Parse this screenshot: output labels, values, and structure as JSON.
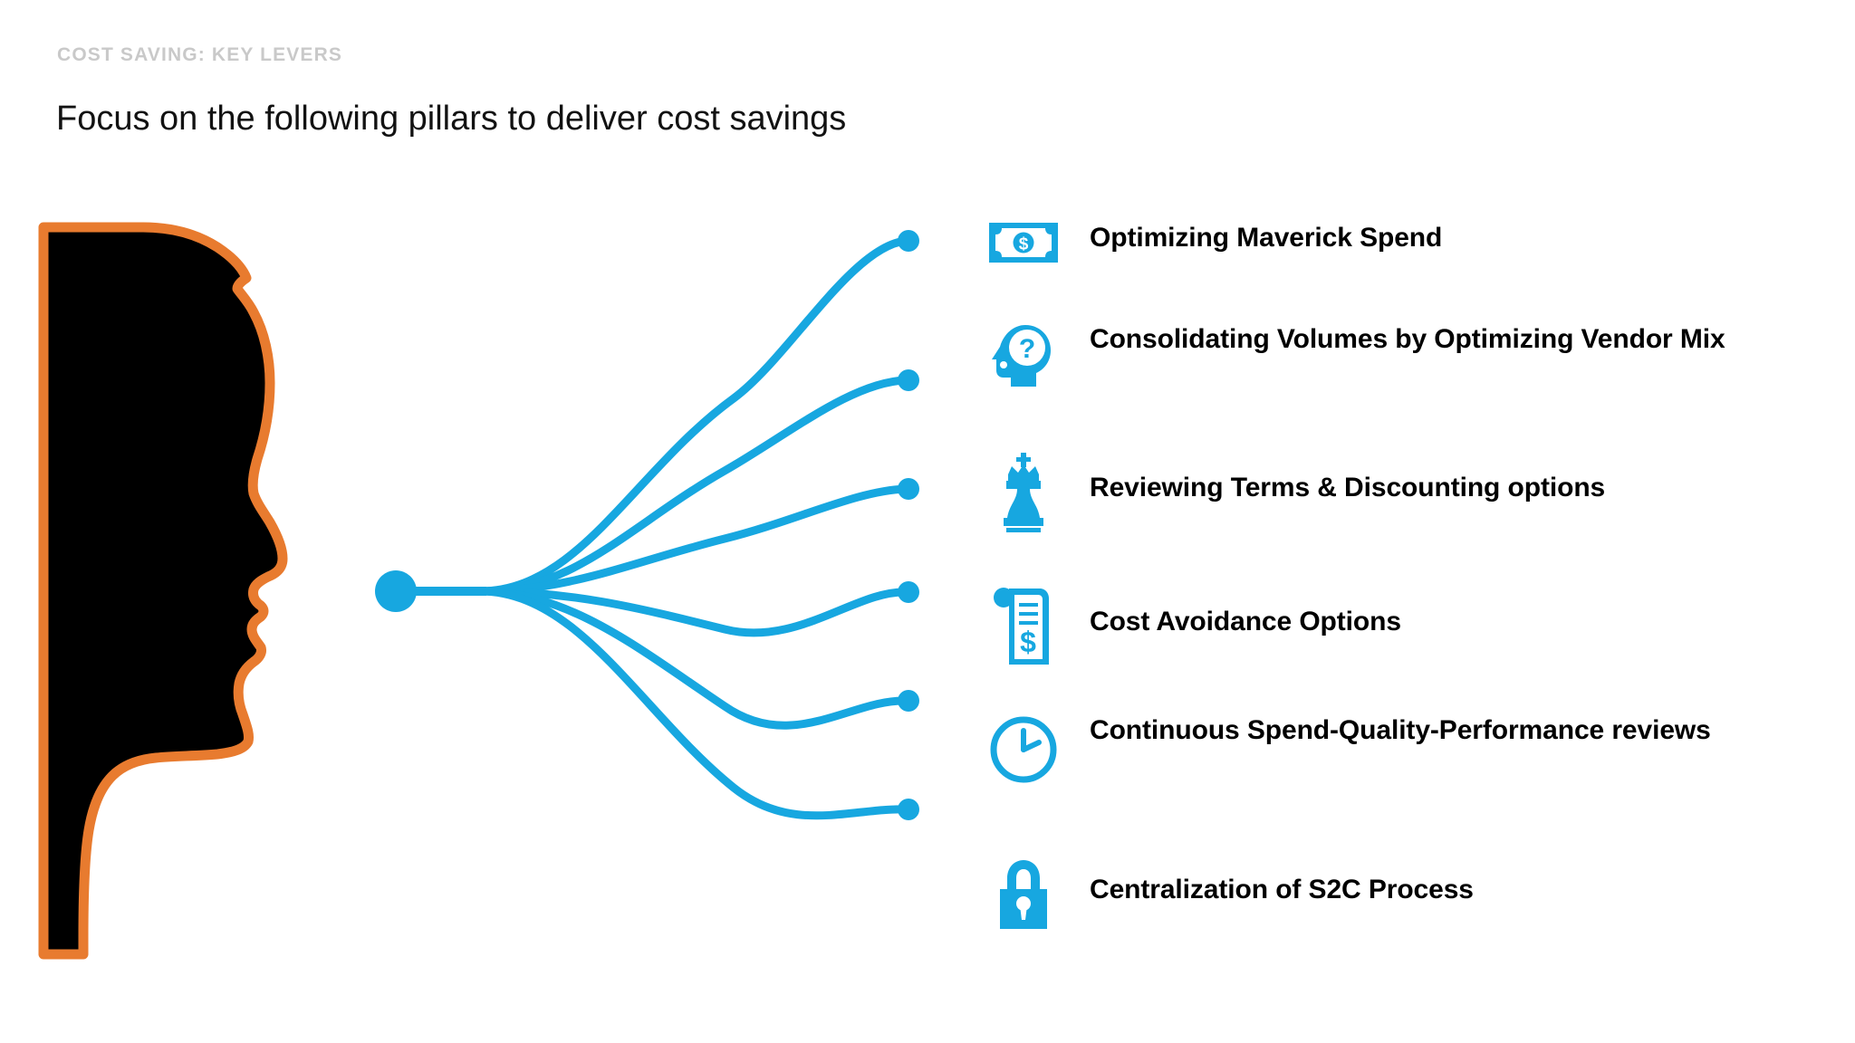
{
  "header": {
    "eyebrow": "COST SAVING: KEY LEVERS",
    "headline": "Focus on the following pillars to deliver cost savings"
  },
  "colors": {
    "accent_blue": "#17a7e0",
    "silhouette_fill": "#000000",
    "silhouette_outline": "#e87b2f",
    "eyebrow_grey": "#c9c9c9",
    "text_black": "#000000",
    "background": "#ffffff"
  },
  "diagram": {
    "hub_label": "central-hub-node",
    "branch_count": 6
  },
  "levers": [
    {
      "icon": "banknote-dollar-icon",
      "label": "Optimizing Maverick Spend",
      "lines": 1
    },
    {
      "icon": "head-question-mark-icon",
      "label": "Consolidating Volumes by Optimizing  Vendor Mix",
      "lines": 2
    },
    {
      "icon": "chess-king-icon",
      "label": "Reviewing Terms & Discounting options",
      "lines": 1
    },
    {
      "icon": "invoice-dollar-icon",
      "label": "Cost Avoidance Options",
      "lines": 1
    },
    {
      "icon": "clock-icon",
      "label": "Continuous Spend-Quality-Performance reviews",
      "lines": 2
    },
    {
      "icon": "padlock-icon",
      "label": "Centralization of S2C Process",
      "lines": 1
    }
  ]
}
